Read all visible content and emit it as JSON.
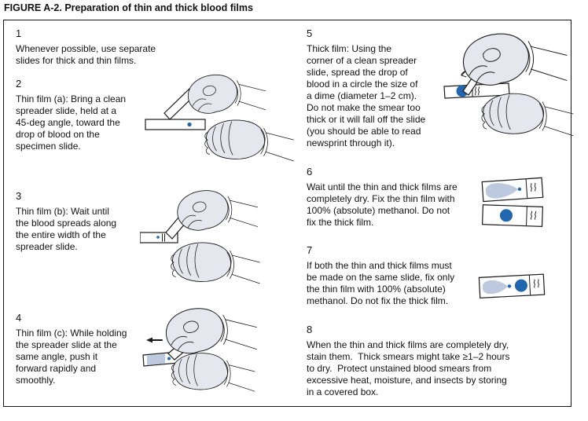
{
  "title": "FIGURE A-2. Preparation of thin and thick blood films",
  "steps": [
    {
      "number": "1",
      "text": "Whenever possible, use separate\nslides for thick and thin films."
    },
    {
      "number": "2",
      "text": "Thin film (a): Bring a clean\nspreader slide, held at a\n45-deg angle, toward the\ndrop of blood on the\nspecimen slide."
    },
    {
      "number": "3",
      "text": "Thin film (b): Wait until\nthe blood spreads along\nthe entire width of the\nspreader slide."
    },
    {
      "number": "4",
      "text": "Thin film (c): While holding\nthe spreader slide at the\nsame angle, push it\nforward rapidly and\nsmoothly."
    },
    {
      "number": "5",
      "text": "Thick film: Using the\ncorner of a clean spreader\nslide, spread the drop of\nblood in a circle the size of\na dime (diameter 1–2 cm).\nDo not make the smear too\nthick or it will fall off the slide\n(you should be able to read\nnewsprint through it)."
    },
    {
      "number": "6",
      "text": "Wait until the thin and thick films are\ncompletely dry. Fix the thin film with\n100% (absolute) methanol. Do not\nfix the thick film."
    },
    {
      "number": "7",
      "text": "If both the thin and thick films must\nbe made on the same slide, fix only\nthe thin film with 100% (absolute)\nmethanol. Do not fix the thick film."
    },
    {
      "number": "8",
      "text": "When the thin and thick films are completely dry,\nstain them.  Thick smears might take ≥1–2 hours\nto dry.  Protect unstained blood smears from\nexcessive heat, moisture, and insects by storing\nin a covered box."
    }
  ],
  "illustrations": {
    "step2": "two gloved hands: spreader slide held at 45-deg angle above specimen slide with blood drop",
    "step3": "gloved hands: blood spreading along spreader slide edge on specimen slide",
    "step4": "gloved hands pushing spreader slide forward, arrow pointing left, thin smear on slide",
    "step5": "gloved hands swirling spreader corner in a circle of blood on slide",
    "step6": "two slides: thin film smear slide and thick film circle slide",
    "step7": "one slide with both thin film smear and thick film circle"
  },
  "colors": {
    "blood": "#2166ae",
    "thin_film": "#bcc9de",
    "glove": "#e6e6ee",
    "outline": "#1a1a1a"
  }
}
